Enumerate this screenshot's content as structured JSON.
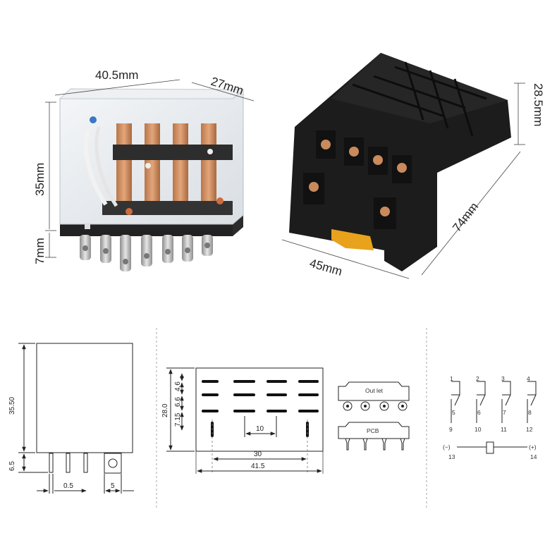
{
  "photo_dims": {
    "relay_width": "40.5mm",
    "relay_depth": "27mm",
    "relay_height": "35mm",
    "relay_pin": "7mm",
    "socket_height": "28.5mm",
    "socket_width": "45mm",
    "socket_length": "74mm"
  },
  "side_drawing": {
    "height": "35.50",
    "pin_length": "6.5",
    "pin_thickness": "0.5",
    "pin_pitch": "5"
  },
  "top_drawing": {
    "depth": "28.0",
    "row1": "4.6",
    "row2": "6.6",
    "row3": "7.15",
    "pin_gap": "10",
    "pin_span": "30",
    "overall": "41.5"
  },
  "terminal_types": {
    "outlet_label": "Out let",
    "pcb_label": "PCB"
  },
  "schematic": {
    "top_numbers": [
      "1",
      "2",
      "3",
      "4"
    ],
    "mid_numbers": [
      "5",
      "6",
      "7",
      "8"
    ],
    "bottom_numbers": [
      "9",
      "10",
      "11",
      "12"
    ],
    "coil_minus": "(−)",
    "coil_plus": "(+)",
    "coil_left_pin": "13",
    "coil_right_pin": "14"
  },
  "colors": {
    "relay_base": "#2b2b2b",
    "copper": "#c98a5c",
    "socket": "#1c1c1c",
    "clip": "#e8a21c"
  }
}
